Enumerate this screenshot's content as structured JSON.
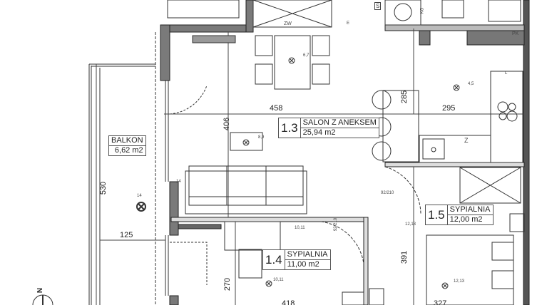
{
  "rooms": [
    {
      "number": "1.3",
      "name": "SALON Z ANEKSEM",
      "area": "25,94 m2"
    },
    {
      "number": "1.4",
      "name": "SYPIALNIA",
      "area": "11,00 m2"
    },
    {
      "number": "1.5",
      "name": "SYPIALNIA",
      "area": "12,00 m2"
    }
  ],
  "balcony": {
    "name": "BALKON",
    "area": "6,62 m2"
  },
  "dimensions": {
    "d458": "458",
    "d295": "295",
    "d285": "285",
    "d406": "406",
    "d530": "530",
    "d125": "125",
    "d270": "270",
    "d391": "391",
    "d418": "418",
    "d327": "327"
  },
  "door_labels": {
    "door1": "92/210",
    "door2": "92/210"
  },
  "fixture_labels": {
    "l14a": "14",
    "l14b": "14",
    "l89": "8,9",
    "l67": "6,7",
    "l45": "4,5",
    "l1011a": "10,11",
    "l1011b": "10,11",
    "l1213a": "12,13",
    "l1213b": "12,13",
    "zw": "ZW",
    "s": "S",
    "pk": "PK",
    "kg": "KG",
    "z": "Z",
    "e": "E",
    "l": "L"
  },
  "compass": {
    "north": "N"
  },
  "colors": {
    "wall": "#7a7a7a",
    "outer_wall": "#555555",
    "line": "#333333"
  }
}
